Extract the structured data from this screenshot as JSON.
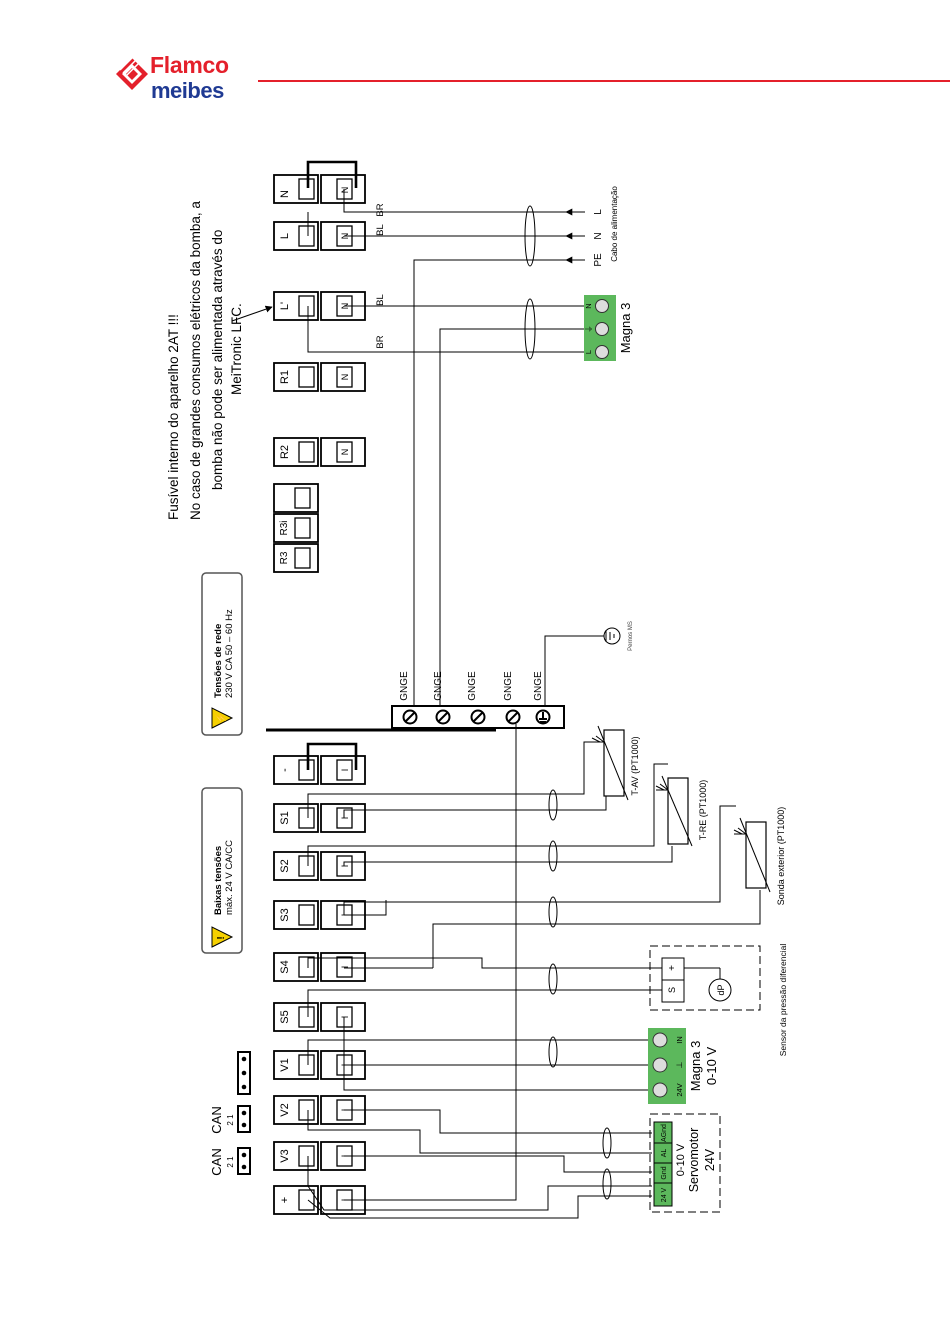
{
  "brand": {
    "line1": "Flamco",
    "line2": "meibes",
    "color_primary": "#e4202b",
    "color_secondary": "#1f3a93"
  },
  "notes": {
    "fuse_line1": "Fusível interno do aparelho 2AT !!!",
    "fuse_line2": "No caso de grandes consumos elétricos da bomba, a",
    "fuse_line3": "bomba não pode ser alimentada através do",
    "fuse_line4": "MeiTronic LFC."
  },
  "warnings": {
    "mains_title": "Tensões de rede",
    "mains_text": "230 V CA 50 – 60 Hz",
    "low_title": "Baixas tensões",
    "low_text": "máx. 24 V CA/CC"
  },
  "terminals": {
    "N": "N",
    "L": "L",
    "Lprime": "L'",
    "R1": "R1",
    "R2": "R2",
    "R3i": "R3i",
    "R3": "R3",
    "minus": "-",
    "S1": "S1",
    "S2": "S2",
    "S3": "S3",
    "S4": "S4",
    "S5": "S5",
    "V1": "V1",
    "V2": "V2",
    "V3": "V3",
    "plus": "+",
    "n_mark": "N",
    "i_mark": "I"
  },
  "earth_bar": {
    "labels": [
      "GNGE",
      "GNGE",
      "GNGE",
      "GNGE",
      "GNGE"
    ],
    "ground_label": "Pernos MS"
  },
  "wires": {
    "BR": "BR",
    "BL": "BL"
  },
  "supply": {
    "L": "L",
    "N": "N",
    "PE": "PE",
    "caption": "Cabo de alimentação"
  },
  "pump_top": {
    "name": "Magna 3",
    "N": "N",
    "G": "⏚",
    "L": "L"
  },
  "sensors": {
    "tav": "T-AV (PT1000)",
    "tre": "T-RE (PT1000)",
    "outdoor": "Sonda exterior (PT1000)",
    "dp": "dP",
    "dp_caption": "Sensor da pressão diferencial",
    "dp_plus": "+",
    "dp_s": "S"
  },
  "pump_bottom": {
    "line1": "Magna 3",
    "line2": "0-10 V",
    "IN": "IN",
    "gnd": "⊥",
    "v24": "24V"
  },
  "servo": {
    "line1": "0-10 V",
    "line2": "Servomotor",
    "line3": "24V",
    "AGnd": "AGnd",
    "AL": "AL",
    "Gnd": "Gnd",
    "v24": "24 V"
  },
  "can": {
    "label1": "CAN",
    "label2": "CAN",
    "pin_a": "2 1",
    "pin_b": "2 1"
  }
}
